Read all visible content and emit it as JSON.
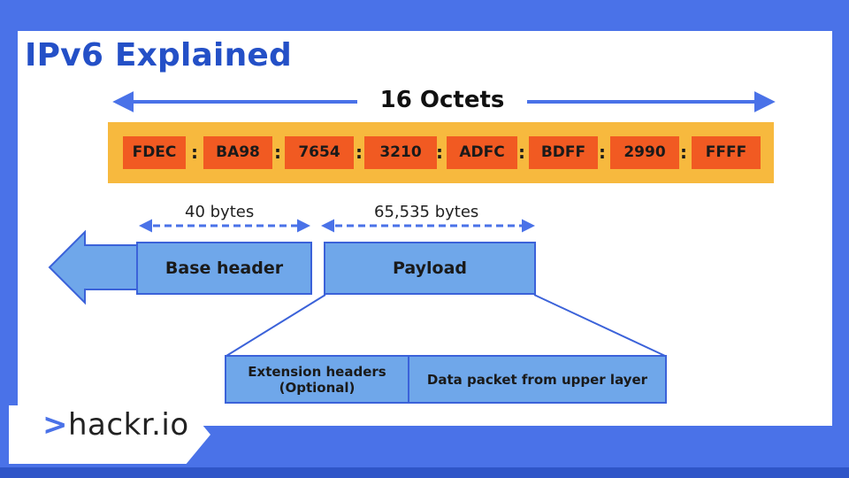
{
  "title": "IPv6 Explained",
  "octets_label": "16 Octets",
  "address_segments": [
    "FDEC",
    "BA98",
    "7654",
    "3210",
    "ADFC",
    "BDFF",
    "2990",
    "FFFF"
  ],
  "separator": ":",
  "base_header_size": "40 bytes",
  "payload_size": "65,535 bytes",
  "base_header_label": "Base header",
  "payload_label": "Payload",
  "extension_label_line1": "Extension headers",
  "extension_label_line2": "(Optional)",
  "data_packet_label": "Data packet from upper layer",
  "brand": {
    "prefix": ">",
    "name": "hackr.io"
  },
  "colors": {
    "background": "#4A72E8",
    "title": "#2450C7",
    "address_band": "#F7B93E",
    "segment": "#F15A22",
    "box_fill": "#6FA7EA",
    "box_border": "#3B62D9"
  }
}
